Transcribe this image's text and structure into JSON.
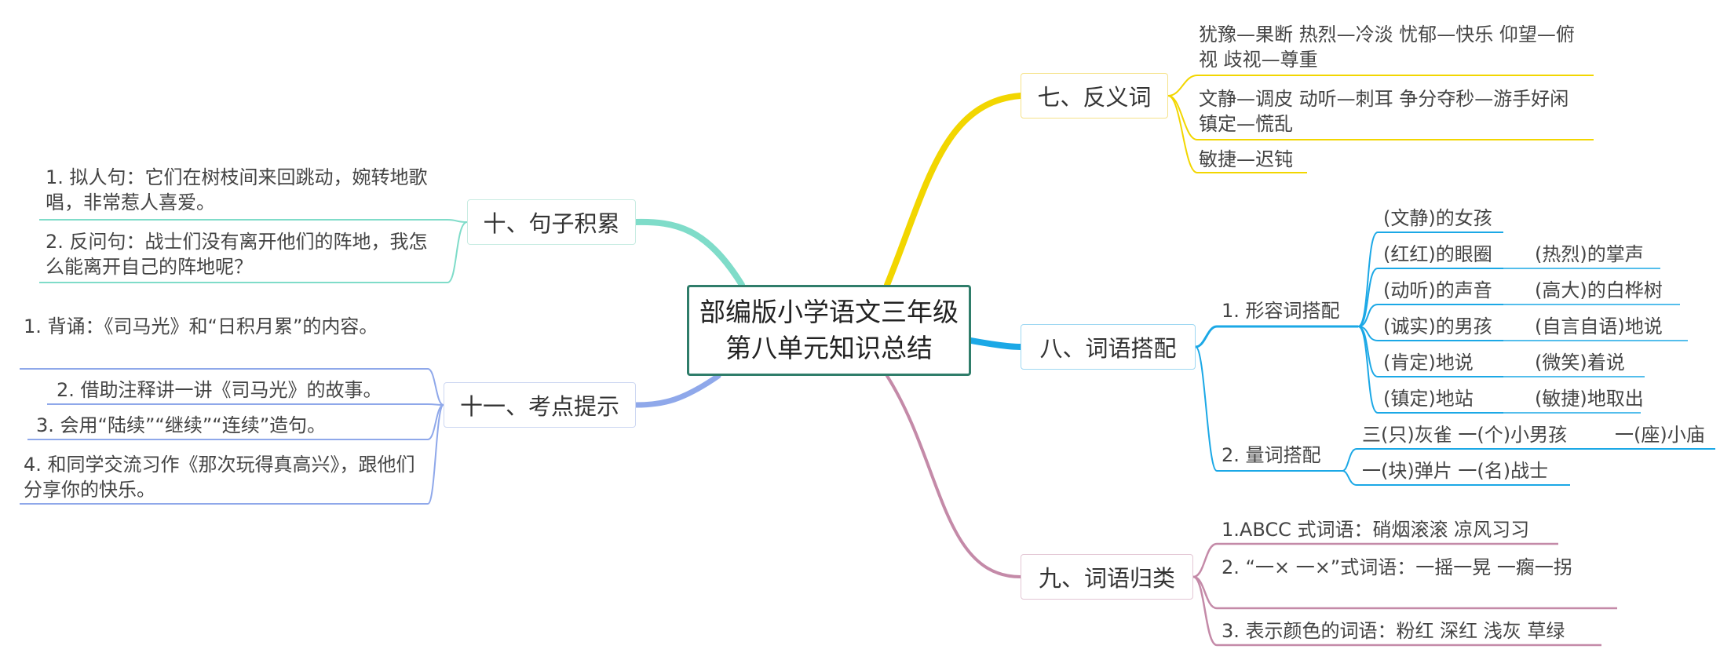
{
  "center": {
    "line1": "部编版小学语文三年级",
    "line2": "第八单元知识总结"
  },
  "b7": {
    "title": "七、反义词",
    "items": [
      "犹豫—果断 热烈—冷淡 忧郁—快乐 仰望—俯视 歧视—尊重",
      "文静—调皮 动听—刺耳 争分夺秒—游手好闲 镇定—慌乱",
      "敏捷—迟钝"
    ]
  },
  "b8": {
    "title": "八、词语搭配",
    "sub1": {
      "title": "1. 形容词搭配",
      "col1": [
        "(文静)的女孩",
        "(红红)的眼圈",
        "(动听)的声音",
        "(诚实)的男孩",
        "(肯定)地说",
        "(镇定)地站"
      ],
      "col2": [
        "(热烈)的掌声",
        "(高大)的白桦树",
        "(自言自语)地说",
        "(微笑)着说",
        "(敏捷)地取出"
      ]
    },
    "sub2": {
      "title": "2. 量词搭配",
      "items": [
        "三(只)灰雀 一(个)小男孩",
        "一(座)小庙",
        "一(块)弹片 一(名)战士"
      ]
    }
  },
  "b9": {
    "title": "九、词语归类",
    "items": [
      "1.ABCC 式词语：硝烟滚滚 凉风习习",
      "2. “一× 一×”式词语：一摇一晃 一瘸一拐",
      "3. 表示颜色的词语：粉红 深红 浅灰 草绿"
    ]
  },
  "b10": {
    "title": "十、句子积累",
    "items": [
      "1. 拟人句：它们在树枝间来回跳动，婉转地歌唱，非常惹人喜爱。",
      "2. 反问句：战士们没有离开他们的阵地，我怎么能离开自己的阵地呢？"
    ]
  },
  "b11": {
    "title": "十一、考点提示",
    "items": [
      "1. 背诵：《司马光》和“日积月累”的内容。",
      "2. 借助注释讲一讲《司马光》的故事。",
      "3. 会用“陆续”“继续”“连续”造句。",
      "4. 和同学交流习作《那次玩得真高兴》，跟他们分享你的快乐。"
    ]
  },
  "colors": {
    "b7": "#f2d600",
    "b8": "#1ba8e6",
    "b9": "#c48aa8",
    "b10": "#7fdcc9",
    "b11": "#8fa8ea",
    "center_border": "#2f7d6a"
  }
}
